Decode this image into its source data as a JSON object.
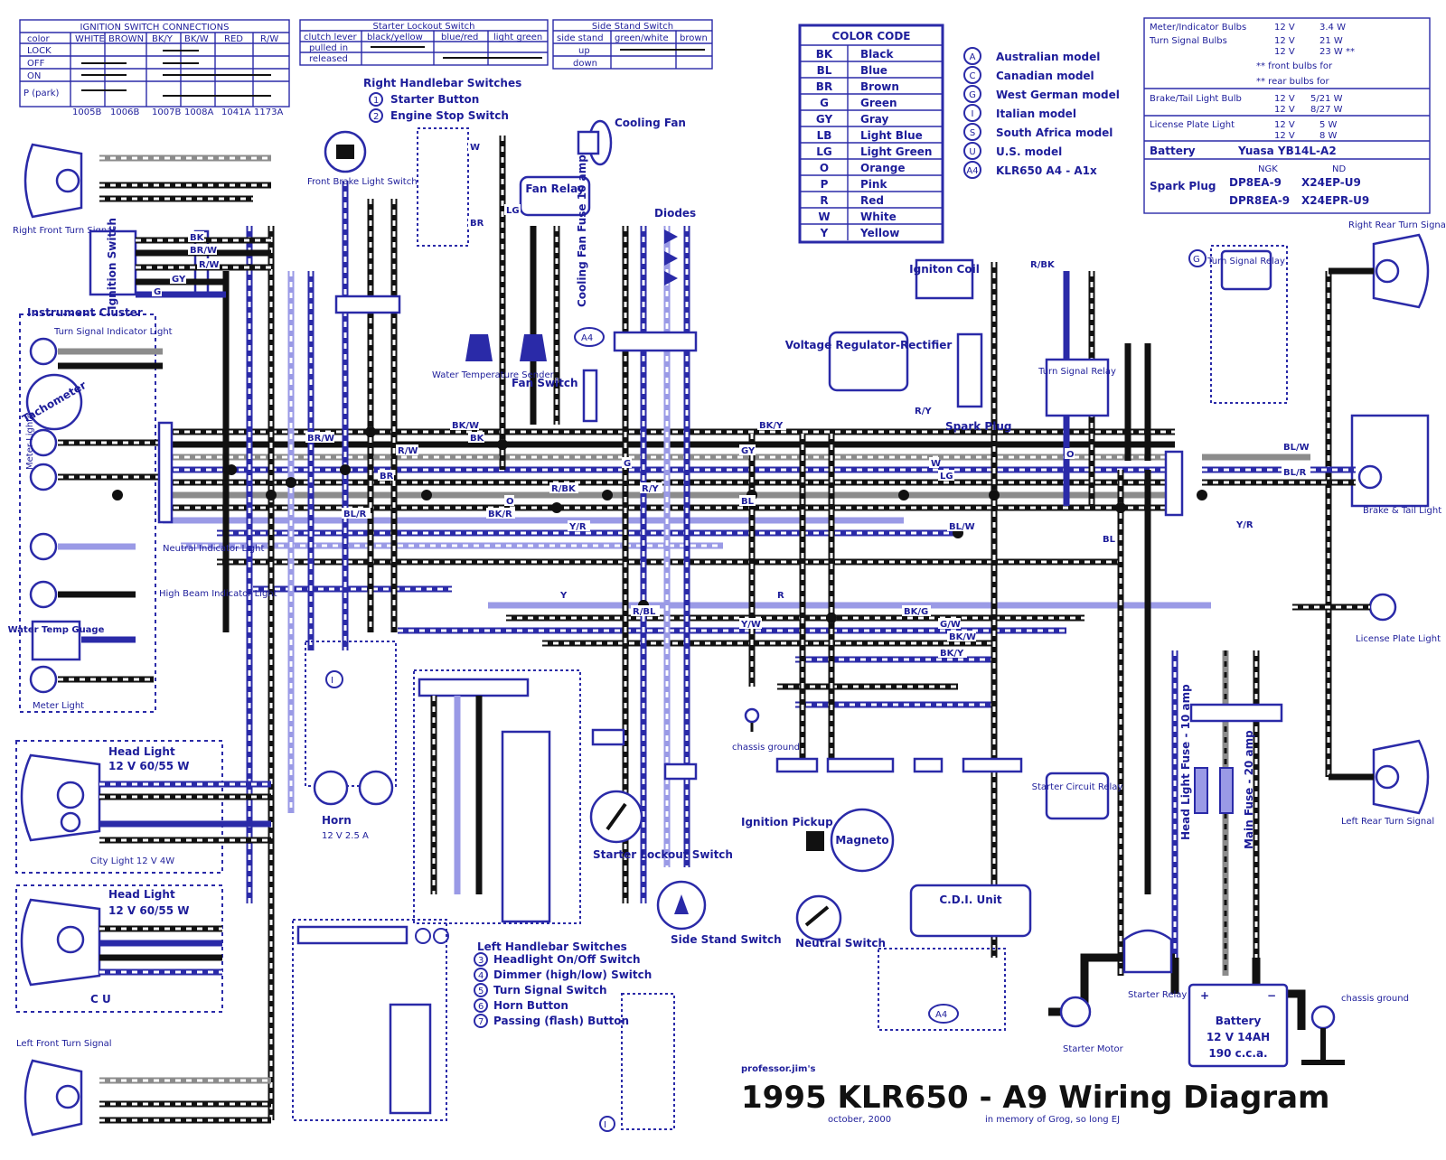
{
  "title": "1995 KLR650 - A9 Wiring Diagram",
  "author": "professor.jim's",
  "date": "october, 2000",
  "dedication": "in memory of Grog, so long EJ",
  "ignition_table": {
    "title": "IGNITION SWITCH CONNECTIONS",
    "headers": [
      "color",
      "WHITE",
      "BROWN",
      "BK/Y",
      "BK/W",
      "RED",
      "R/W"
    ],
    "rows": [
      "LOCK",
      "OFF",
      "ON",
      "P (park)"
    ],
    "part_numbers": [
      "1005B",
      "1006B",
      "1007B",
      "1008A",
      "1041A",
      "1173A"
    ]
  },
  "starter_lockout_table": {
    "title": "Starter Lockout Switch",
    "headers": [
      "clutch lever",
      "black/yellow",
      "blue/red",
      "light green"
    ],
    "rows": [
      "pulled in",
      "released"
    ]
  },
  "side_stand_table": {
    "title": "Side Stand Switch",
    "headers": [
      "side stand",
      "green/white",
      "brown"
    ],
    "rows": [
      "up",
      "down"
    ]
  },
  "color_code": {
    "title": "COLOR CODE",
    "entries": [
      {
        "code": "BK",
        "name": "Black"
      },
      {
        "code": "BL",
        "name": "Blue"
      },
      {
        "code": "BR",
        "name": "Brown"
      },
      {
        "code": "G",
        "name": "Green"
      },
      {
        "code": "GY",
        "name": "Gray"
      },
      {
        "code": "LB",
        "name": "Light Blue"
      },
      {
        "code": "LG",
        "name": "Light Green"
      },
      {
        "code": "O",
        "name": "Orange"
      },
      {
        "code": "P",
        "name": "Pink"
      },
      {
        "code": "R",
        "name": "Red"
      },
      {
        "code": "W",
        "name": "White"
      },
      {
        "code": "Y",
        "name": "Yellow"
      }
    ]
  },
  "models": [
    {
      "sym": "A",
      "name": "Australian model"
    },
    {
      "sym": "C",
      "name": "Canadian model"
    },
    {
      "sym": "G",
      "name": "West German model"
    },
    {
      "sym": "I",
      "name": "Italian model"
    },
    {
      "sym": "S",
      "name": "South Africa model"
    },
    {
      "sym": "U",
      "name": "U.S. model"
    },
    {
      "sym": "A4",
      "name": "KLR650 A4 - A1x"
    }
  ],
  "specs": {
    "meter_bulbs": {
      "label": "Meter/Indicator Bulbs",
      "v": "12 V",
      "w": "3.4 W"
    },
    "turn_signal_bulbs": {
      "label": "Turn Signal Bulbs",
      "v1": "12 V",
      "w1": "21 W",
      "v2": "12 V",
      "w2": "23 W **",
      "note1": "** front bulbs for",
      "note2": "** rear bulbs for"
    },
    "brake_tail": {
      "label": "Brake/Tail Light Bulb",
      "v1": "12 V",
      "w1": "5/21 W",
      "v2": "12 V",
      "w2": "8/27 W"
    },
    "license": {
      "label": "License Plate Light",
      "v1": "12 V",
      "w1": "5 W",
      "v2": "12 V",
      "w2": "8 W"
    },
    "battery": {
      "label": "Battery",
      "value": "Yuasa YB14L-A2"
    },
    "spark_plug": {
      "label": "Spark Plug",
      "ngk": "NGK",
      "nd": "ND",
      "ngk1": "DP8EA-9",
      "nd1": "X24EP-U9",
      "ngk2": "DPR8EA-9",
      "nd2": "X24EPR-U9"
    }
  },
  "components": {
    "right_front_turn": "Right Front Turn Signal",
    "ignition_switch": "Ignition Switch",
    "instrument_cluster": "Instrument Cluster",
    "turn_indicator": "Turn Signal Indicator Light",
    "tachometer": "Tachometer",
    "meter_lights": "Meter Lights",
    "neutral_indicator": "Neutral Indicator Light",
    "high_beam_indicator": "High Beam Indicator Light",
    "water_temp_gauge": "Water Temp Guage",
    "meter_light": "Meter Light",
    "headlight1": "Head Light",
    "headlight1_spec": "12 V 60/55 W",
    "city_light": "City Light 12 V 4W",
    "headlight2": "Head Light",
    "headlight2_spec": "12 V 60/55 W",
    "left_front_turn": "Left Front Turn Signal",
    "front_brake": "Front Brake Light Switch",
    "right_handlebar": "Right Handlebar Switches",
    "starter_button": "Starter Button",
    "engine_stop": "Engine Stop Switch",
    "cooling_fan": "Cooling Fan",
    "fan_relay": "Fan Relay",
    "diodes": "Diodes",
    "water_temp_sender": "Water Temperature Sender",
    "fan_switch": "Fan Switch",
    "fan_fuse": "Cooling Fan Fuse 10 amp",
    "ignition_coil": "Igniton Coil",
    "voltage_regulator": "Voltage Regulator-Rectifier",
    "spark_plug": "Spark Plug",
    "turn_relay_center": "Turn Signal Relay",
    "turn_relay_g": "Turn Signal Relay",
    "right_rear_turn": "Right Rear Turn Signal",
    "brake_tail": "Brake & Tail Light",
    "license_plate": "License Plate Light",
    "left_rear_turn": "Left Rear Turn Signal",
    "horn": "Horn",
    "horn_spec": "12 V 2.5 A",
    "left_handlebar": "Left Handlebar Switches",
    "lh_items": [
      "Headlight On/Off Switch",
      "Dimmer (high/low) Switch",
      "Turn Signal Switch",
      "Horn Button",
      "Passing (flash) Button"
    ],
    "lh_nums": [
      "3",
      "4",
      "5",
      "6",
      "7"
    ],
    "starter_lockout": "Starter Lockout Switch",
    "side_stand": "Side Stand Switch",
    "chassis_ground": "chassis ground",
    "ignition_pickup": "Ignition Pickup Coil",
    "magneto": "Magneto",
    "neutral_switch": "Neutral Switch",
    "cdi": "C.D.I. Unit",
    "starter_circuit_relay": "Starter Circuit Relay",
    "headlight_fuse": "Head Light Fuse - 10 amp",
    "main_fuse": "Main Fuse - 20 amp",
    "starter_motor": "Starter Motor",
    "starter_relay": "Starter Relay",
    "battery": "Battery",
    "battery_spec1": "12 V 14AH",
    "battery_spec2": "190 c.c.a.",
    "chassis_ground2": "chassis ground",
    "a4_tag": "A4",
    "i_tag": "I",
    "g_tag": "G",
    "cu_tag": "C U"
  },
  "wire_labels": [
    "BK/W",
    "BK/Y",
    "BK",
    "BR/W",
    "R/W",
    "GY",
    "G",
    "W",
    "BR",
    "LG",
    "R/BK",
    "R/Y",
    "O",
    "BL",
    "Y/R",
    "BL/W",
    "BL/R",
    "BK/R",
    "Y",
    "R",
    "R/BL",
    "BK/G",
    "Y/W",
    "G/W"
  ],
  "accent_colors": {
    "blue": "#2a2aa8",
    "light_blue": "#9a9ae6",
    "black": "#111111",
    "gray": "#8c8c8c"
  }
}
